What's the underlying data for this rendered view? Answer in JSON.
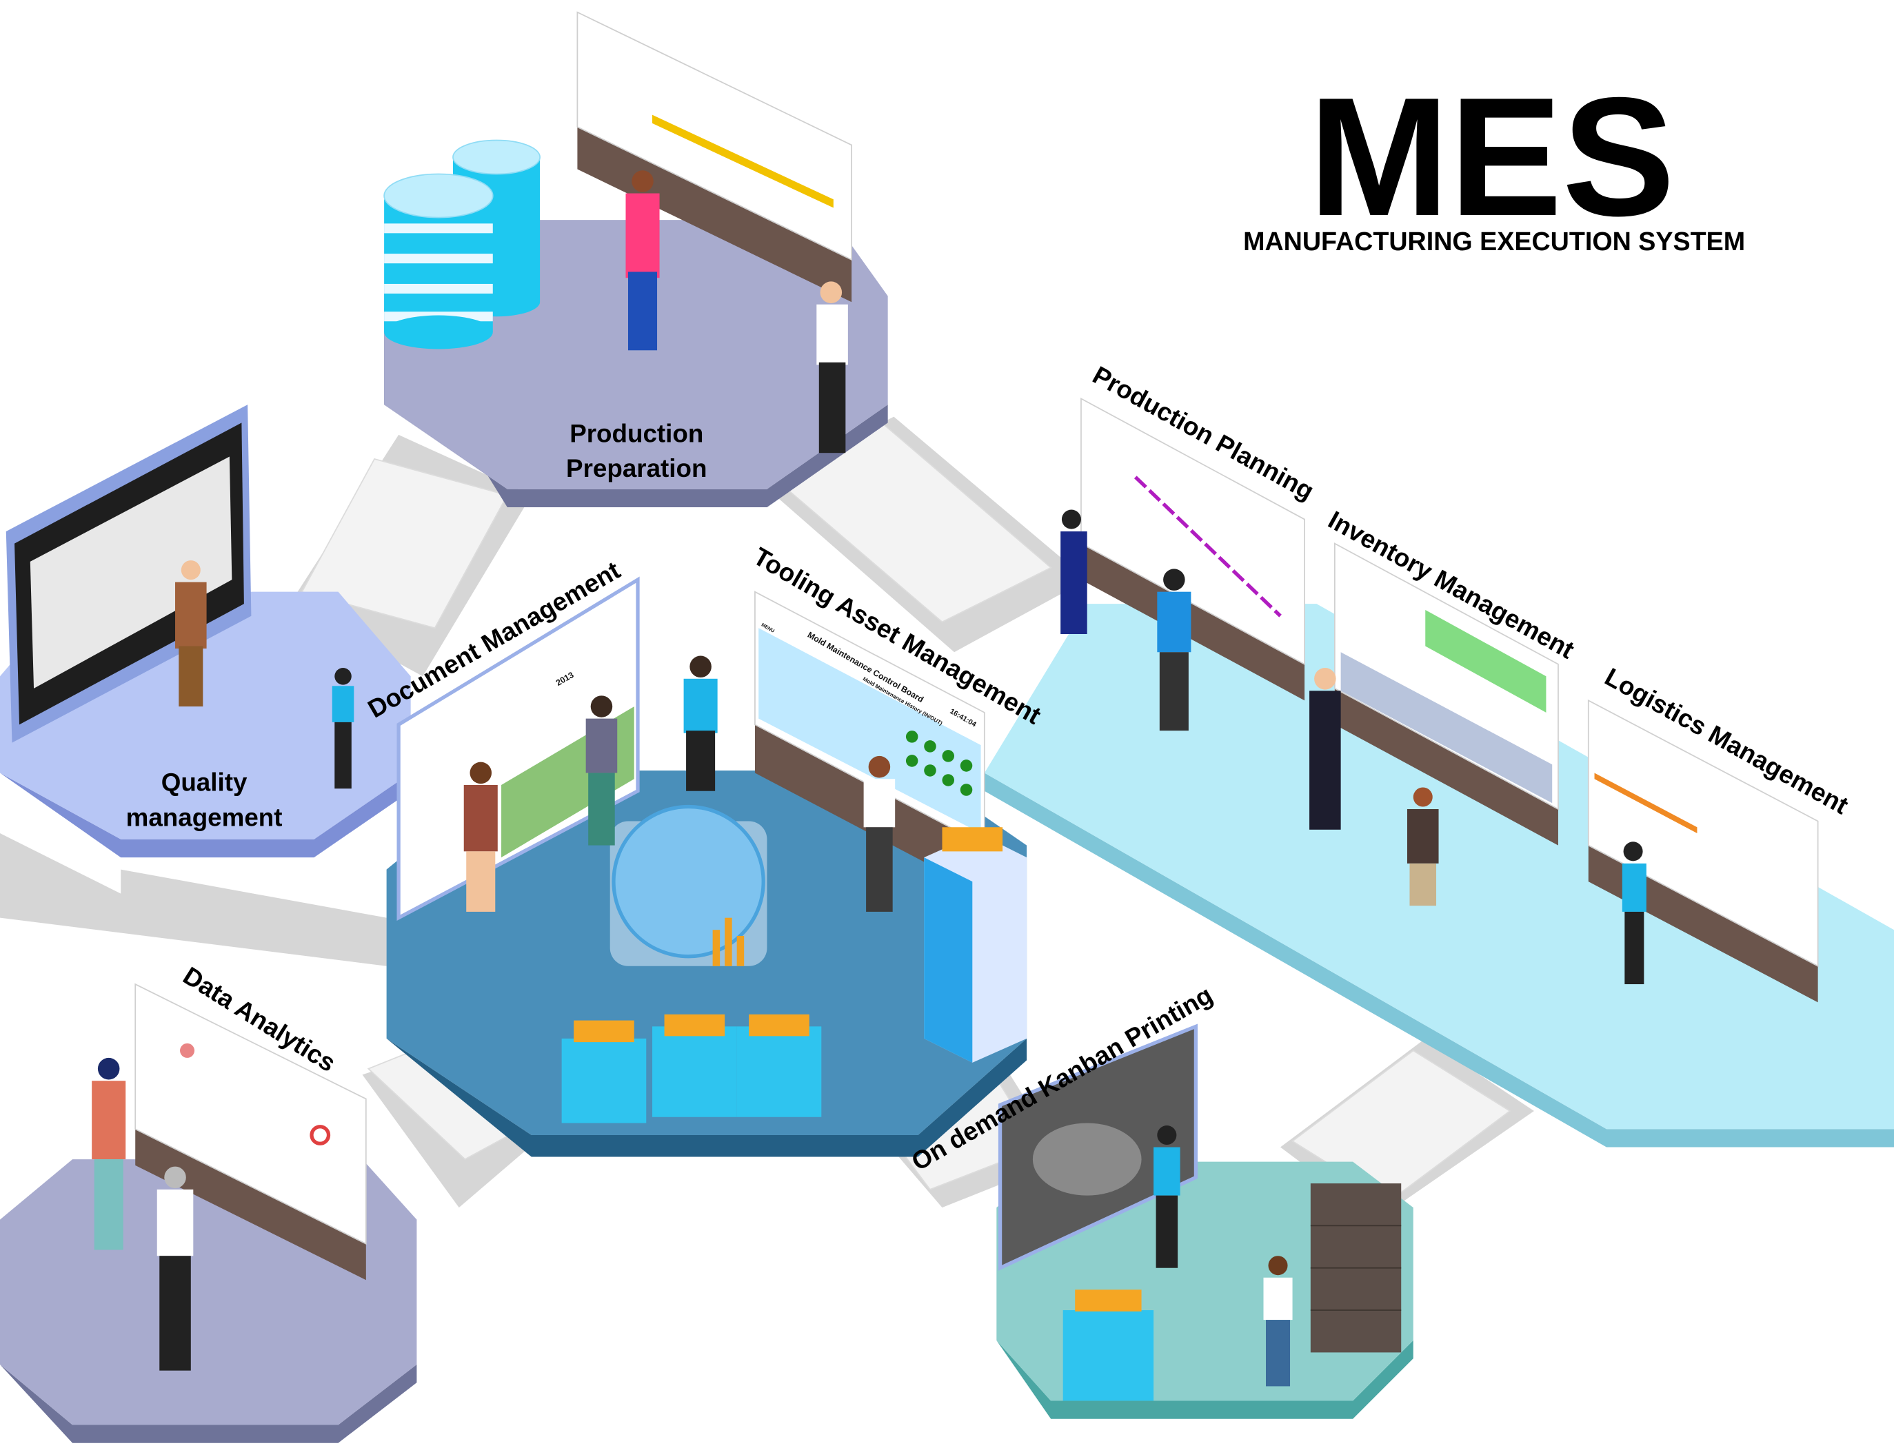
{
  "title": {
    "main": "MES",
    "subtitle": "MANUFACTURING EXECUTION SYSTEM"
  },
  "modules": {
    "production_preparation": [
      "Production",
      "Preparation"
    ],
    "quality_management": [
      "Quality",
      "management"
    ],
    "document_management": "Document Management",
    "tooling_asset_management": "Tooling Asset Management",
    "production_planning": "Production Planning",
    "inventory_management": "Inventory Management",
    "logistics_management": "Logistics Management",
    "data_analytics": "Data Analytics",
    "kanban_printing": "On demand Kanban Printing"
  },
  "screens": {
    "tooling_board_title": "Mold Maintenance Control Board",
    "tooling_board_subtitle": "Mold Maintenance History (IN/OUT)",
    "tooling_clock": "16:41:04",
    "tooling_menu": "MENU",
    "document_year": "2013"
  },
  "colors": {
    "prep_platform": "#a8abce",
    "quality_platform": "#b7c6f5",
    "center_platform": "#4a8fba",
    "logistics_platform": "#b8ecf8",
    "analytics_platform": "#a8abce",
    "kanban_platform": "#8ecfcc"
  }
}
